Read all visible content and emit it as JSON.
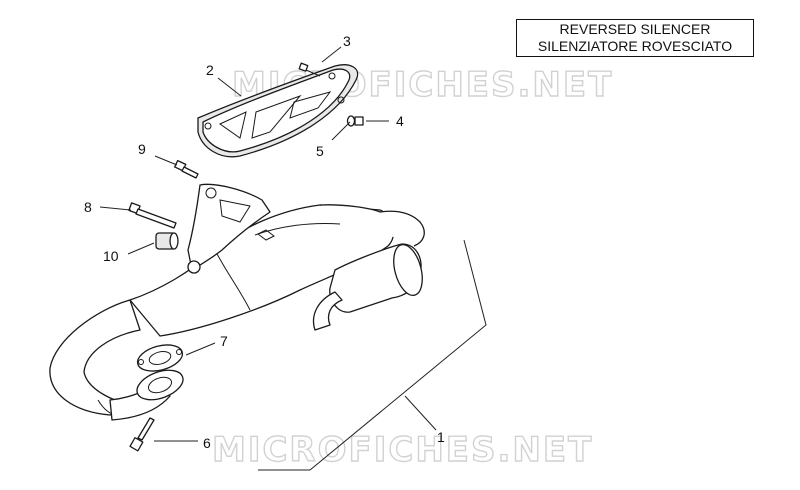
{
  "title": {
    "line1": "REVERSED SILENCER",
    "line2": "SILENZIATORE ROVESCIATO"
  },
  "watermark": "MICROFICHES.NET",
  "callouts": {
    "c1": "1",
    "c2": "2",
    "c3": "3",
    "c4": "4",
    "c5": "5",
    "c6": "6",
    "c7": "7",
    "c8": "8",
    "c9": "9",
    "c10": "10"
  }
}
